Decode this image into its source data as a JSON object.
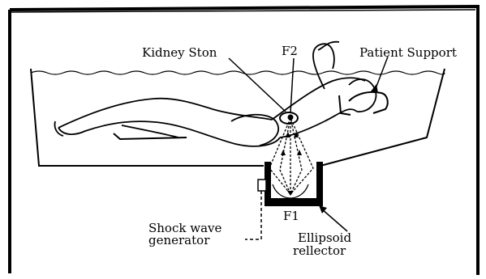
{
  "labels": {
    "kidney_stone": "Kidney Ston",
    "f2": "F2",
    "patient_support": "Patient Support",
    "f1": "F1",
    "shock_wave_line1": "Shock wave",
    "shock_wave_line2": "generator",
    "reflector_line1": "Ellipsoid",
    "reflector_line2": "rellector"
  }
}
